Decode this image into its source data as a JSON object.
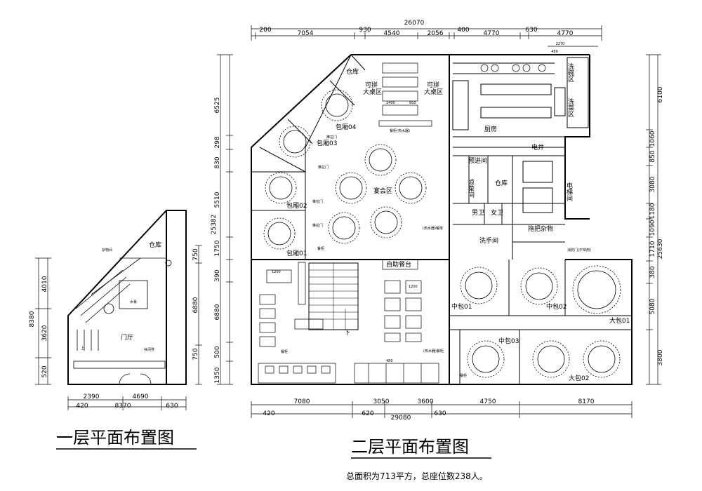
{
  "titles": {
    "floor1": "一层平面布置图",
    "floor2": "二层平面布置图",
    "summary": "总面积为713平方，总座位数238人。"
  },
  "floor1": {
    "rooms": {
      "storage": "仓库",
      "sundry": "杂物间",
      "lobby": "门厅",
      "waterscape": "水景",
      "lounge": "休闲凳",
      "up": "上"
    },
    "dims": {
      "bottom_total": "4690",
      "bottom_a": "2390",
      "bottom_b": "420",
      "bottom_c": "8370",
      "bottom_d": "630",
      "left_total": "8380",
      "left_a": "4010",
      "left_b": "3620",
      "left_c": "520",
      "right_a": "750",
      "right_b": "6880",
      "right_c": "750"
    }
  },
  "floor2": {
    "rooms": {
      "storage_top": "仓库",
      "big_table_l": "可拼\n大桌区",
      "big_table_r": "可拼\n大桌区",
      "kitchen": "厨房",
      "dishwash": "洗碗区",
      "veg_wash": "洗菜区",
      "banquet": "宴会区",
      "prep": "预进间",
      "cold": "凉菜间",
      "storage_mid": "仓库",
      "elevator": "电梯间",
      "electric": "电井",
      "male_wc": "男卫",
      "female_wc": "女卫",
      "mop": "拖把杂物",
      "wash": "洗手间",
      "buffet": "自助餐台",
      "down": "下",
      "p01": "包厢01",
      "p02": "包厢02",
      "p03": "包厢03",
      "p04": "包厢04",
      "m01": "中包01",
      "m02": "中包02",
      "m03": "中包03",
      "b01": "大包01",
      "b02": "大包02",
      "slide_door": "推拉门",
      "sideboard": "餐柜",
      "sideboard_hw": "餐柜(热水器)",
      "hw_sideboard": "(热水器)餐柜",
      "firedoor": "消防门(不常用)",
      "t1400": "1400",
      "t850": "850",
      "t1200": "1200",
      "t480": "480"
    },
    "dims_top": [
      "26070",
      "200",
      "7054",
      "930",
      "4540",
      "2056",
      "400",
      "4770",
      "630",
      "4770",
      "2270",
      "480"
    ],
    "dims_bottom": [
      "7080",
      "3050",
      "3600",
      "4750",
      "8170",
      "420",
      "620",
      "29080",
      "630"
    ],
    "dims_left": [
      "6525",
      "298",
      "830",
      "5510",
      "1750",
      "25382",
      "390",
      "6880",
      "500",
      "1350"
    ],
    "dims_right": [
      "6100",
      "1060",
      "850",
      "3080",
      "1180",
      "1090",
      "1710",
      "25630",
      "380",
      "5080",
      "3800"
    ]
  }
}
